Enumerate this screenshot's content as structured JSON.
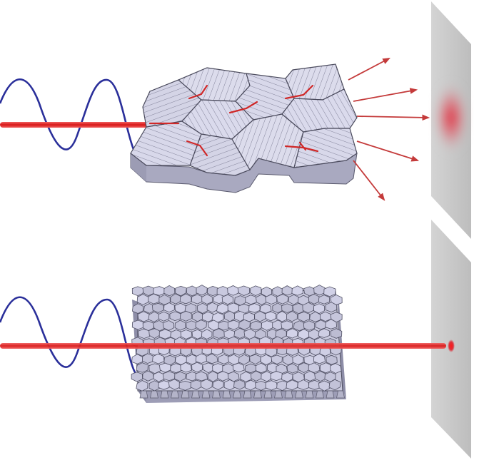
{
  "figure": {
    "panels": [
      {
        "id": "top",
        "kind": "coarse-grained",
        "beam_exits_as": "scattered",
        "spot": "diffuse"
      },
      {
        "id": "bottom",
        "kind": "fine-grained",
        "beam_exits_as": "transmitted",
        "spot": "sharp"
      }
    ],
    "colors": {
      "wave": "#2a2f9a",
      "beam": "#e02a2a",
      "arrow": "#c43a3a",
      "grain_top": "#d6d6e8",
      "grain_side": "#a7a7bd",
      "grain_edge": "#4a4a5c",
      "screen": "#c9c9c9",
      "spot": "#e03848"
    },
    "icons": [
      "sine-wave-icon",
      "laser-beam-icon",
      "scatter-arrow-icon",
      "detector-screen-icon"
    ]
  }
}
